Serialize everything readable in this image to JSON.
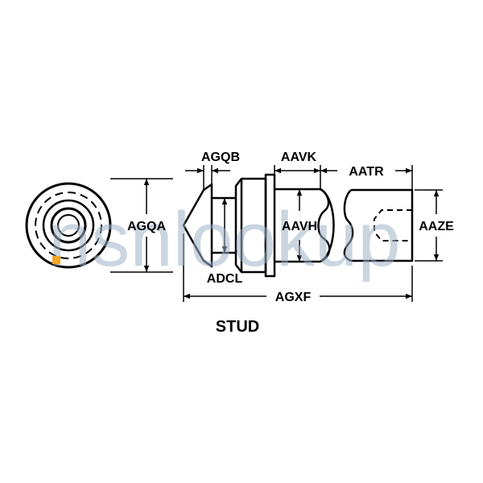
{
  "diagram": {
    "caption": "STUD",
    "dimensions": {
      "agqb": "AGQB",
      "aavk": "AAVK",
      "aatr": "AATR",
      "agqa": "AGQA",
      "aavh": "AAVH",
      "aaze": "AAZE",
      "adcl": "ADCL",
      "agxf": "AGXF"
    }
  },
  "watermark": {
    "text": "nsnlookup",
    "accent_color": "#f5a623"
  }
}
